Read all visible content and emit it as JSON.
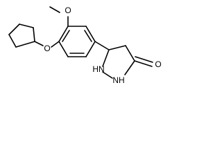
{
  "atoms": {
    "methyl_o": "O",
    "ether_o": "O",
    "ring_nh_top": "HN",
    "ring_nh_bottom": "NH",
    "carbonyl_o": "O"
  },
  "colors": {
    "bond": "#000000",
    "background": "#ffffff"
  }
}
